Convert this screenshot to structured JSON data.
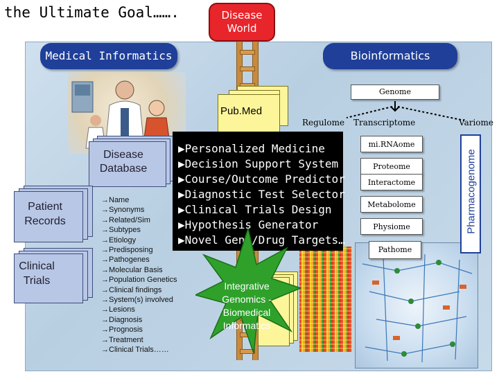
{
  "title": "the Ultimate Goal…….",
  "disease_world": "Disease World",
  "pills": {
    "medical_informatics": "Medical Informatics",
    "bioinformatics": "Bioinformatics"
  },
  "stacks": {
    "pubmed": "Pub.Med",
    "disease_database": "Disease Database",
    "patient_records": "Patient Records",
    "clinical_trials": "Clinical Trials"
  },
  "attribute_list": [
    "→Name",
    "→Synonyms",
    "→Related/Sim",
    "→Subtypes",
    "→Etiology",
    "→Predisposing",
    "→Pathogenes",
    "→Molecular Basis",
    "→Population Genetics",
    "→Clinical findings",
    "→System(s) involved",
    "→Lesions",
    "→Diagnosis",
    "→Prognosis",
    "→Treatment",
    "→Clinical Trials……"
  ],
  "goals": [
    "▶Personalized Medicine",
    "▶Decision Support System",
    "▶Course/Outcome Predictor",
    "▶Diagnostic Test Selector",
    "▶Clinical Trials Design",
    "▶Hypothesis Generator",
    "▶Novel Gene/Drug Targets…"
  ],
  "omics": {
    "genome": "Genome",
    "regulome": "Regulome",
    "transcriptome": "Transcriptome",
    "variome": "Variome",
    "mirnaome": "mi.RNAome",
    "proteome": "Proteome",
    "interactome": "Interactome",
    "metabolome": "Metabolome",
    "physiome": "Physiome",
    "pathome": "Pathome"
  },
  "pharmacogenome": "Pharmacogenome",
  "integrative": "Integrative Genomics - Biomedical Informatics",
  "colors": {
    "navy": "#1f3f99",
    "red": "#e8252b",
    "green": "#2fa12b",
    "panel": "#c7dae9"
  }
}
